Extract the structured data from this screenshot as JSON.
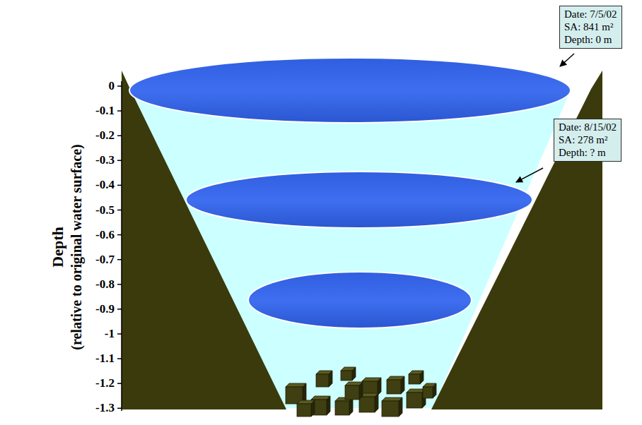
{
  "diagram": {
    "nodes": [
      {
        "text": [
          "Date: 7/5/02",
          "SA: 841 m²",
          "Depth: 0 m"
        ]
      },
      {
        "text": [
          "Date: 8/15/02",
          "SA: 278 m²",
          "Depth: ? m"
        ]
      }
    ],
    "labels": [
      "Depth",
      "(relative to original water surface)",
      "0",
      "-0.1",
      "-0.2",
      "-0.3",
      "-0.4",
      "-0.5",
      "-0.6",
      "-0.7",
      "-0.8",
      "-0.9",
      "-1",
      "-1.1",
      "-1.2",
      "-1.3"
    ]
  }
}
